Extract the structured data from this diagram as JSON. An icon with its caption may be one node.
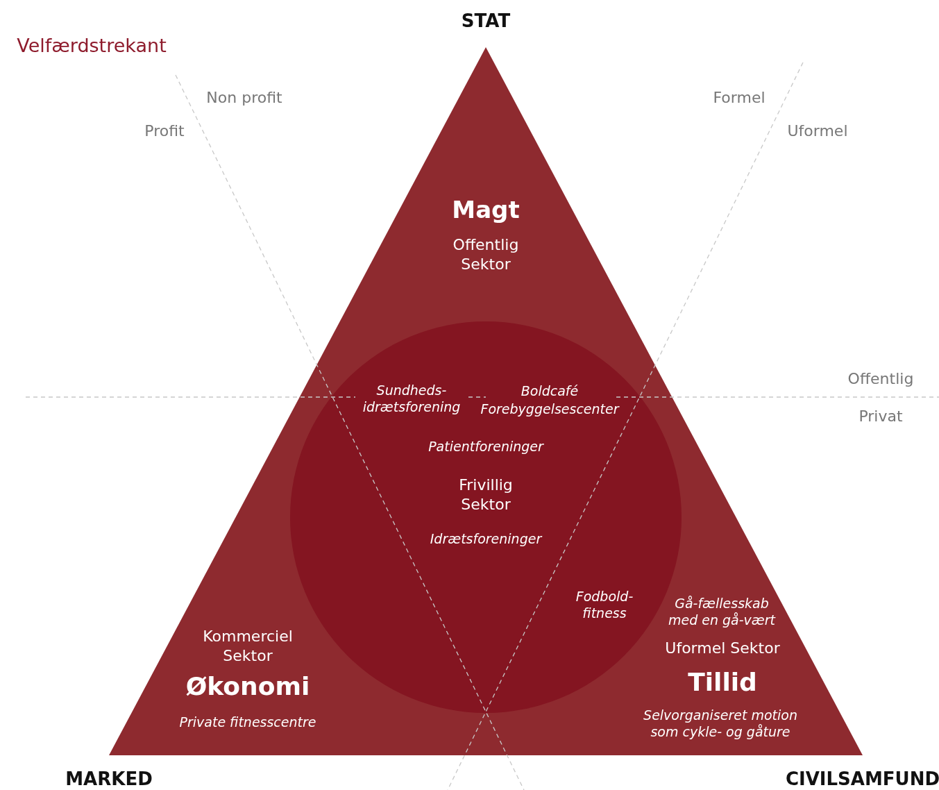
{
  "diagram": {
    "title": "Velfærdstrekant",
    "nodes": [
      {
        "text": [
          "Magt",
          "Offentlig Sektor",
          "Kommerciel Sektor",
          "Økonomi",
          "Private fitnesscentre",
          "Gå-fællesskab med en gå-vært",
          "Uformel Sektor",
          "Tillid",
          "Selvorganiseret motion som cykle- og gåture"
        ]
      },
      {
        "text": [
          "Sundheds- idrætsforening",
          "Boldcafé",
          "Forebyggelsescenter",
          "Patientforeninger",
          "Frivillig Sektor",
          "Idrætsforeninger",
          "Fodbold- fitness"
        ],
        "in": 0
      }
    ],
    "edges": [],
    "labels": [
      "STAT",
      "Non profit",
      "Formel",
      "Profit",
      "Uformel",
      "Offentlig",
      "Privat",
      "MARKED",
      "CIVILSAMFUND"
    ]
  }
}
